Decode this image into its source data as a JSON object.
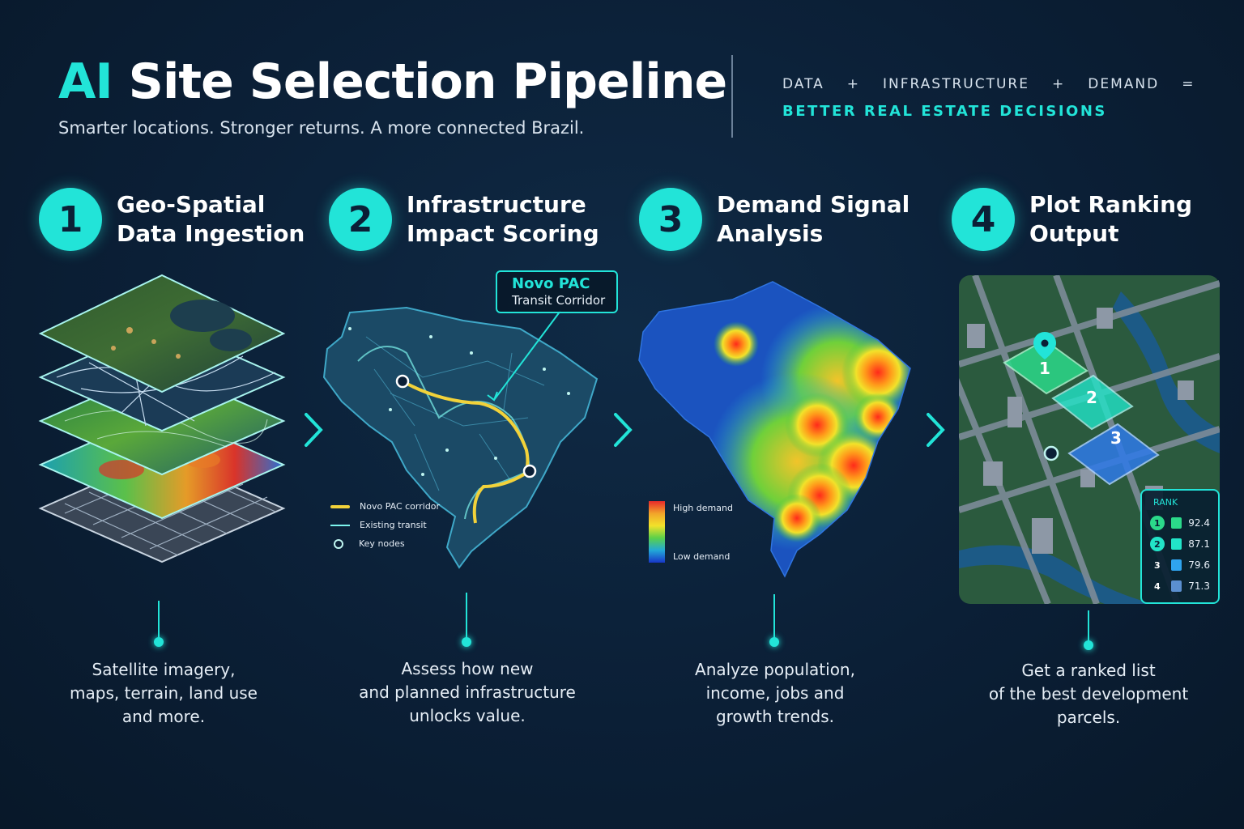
{
  "header": {
    "title_accent": "AI",
    "title_rest": "Site Selection Pipeline",
    "subtitle": "Smarter locations. Stronger returns. A more connected Brazil.",
    "formula": [
      "DATA",
      "+",
      "INFRASTRUCTURE",
      "+",
      "DEMAND",
      "="
    ],
    "tagline": "BETTER REAL ESTATE DECISIONS"
  },
  "steps": [
    {
      "number": "1",
      "title_lines": [
        "Geo-Spatial",
        "Data Ingestion"
      ],
      "desc_lines": [
        "Satellite imagery,",
        "maps, terrain, land use",
        "and more."
      ]
    },
    {
      "number": "2",
      "title_lines": [
        "Infrastructure",
        "Impact Scoring"
      ],
      "desc_lines": [
        "Assess how new",
        "and planned infrastructure",
        "unlocks value."
      ],
      "callout": {
        "title": "Novo PAC",
        "subtitle": "Transit Corridor"
      },
      "legend": [
        "Novo PAC corridor",
        "Existing transit",
        "Key nodes"
      ]
    },
    {
      "number": "3",
      "title_lines": [
        "Demand Signal",
        "Analysis"
      ],
      "desc_lines": [
        "Analyze population,",
        "income, jobs and",
        "growth trends."
      ],
      "legend": {
        "high": "High demand",
        "low": "Low demand"
      }
    },
    {
      "number": "4",
      "title_lines": [
        "Plot Ranking",
        "Output"
      ],
      "desc_lines": [
        "Get a ranked list",
        "of the best development",
        "parcels."
      ],
      "map_labels": [
        "1",
        "2",
        "3"
      ],
      "rank_panel": {
        "title": "RANK",
        "rows": [
          {
            "rank": "1",
            "score": "92.4",
            "color": "#2bd98a"
          },
          {
            "rank": "2",
            "score": "87.1",
            "color": "#22e4c8"
          },
          {
            "rank": "3",
            "score": "79.6",
            "color": "#2fa4ef"
          },
          {
            "rank": "4",
            "score": "71.3",
            "color": "#5b8fd0"
          }
        ]
      }
    }
  ],
  "colors": {
    "accent": "#22e4d8",
    "background": "#0b1f36",
    "corridor": "#f2d23a"
  }
}
